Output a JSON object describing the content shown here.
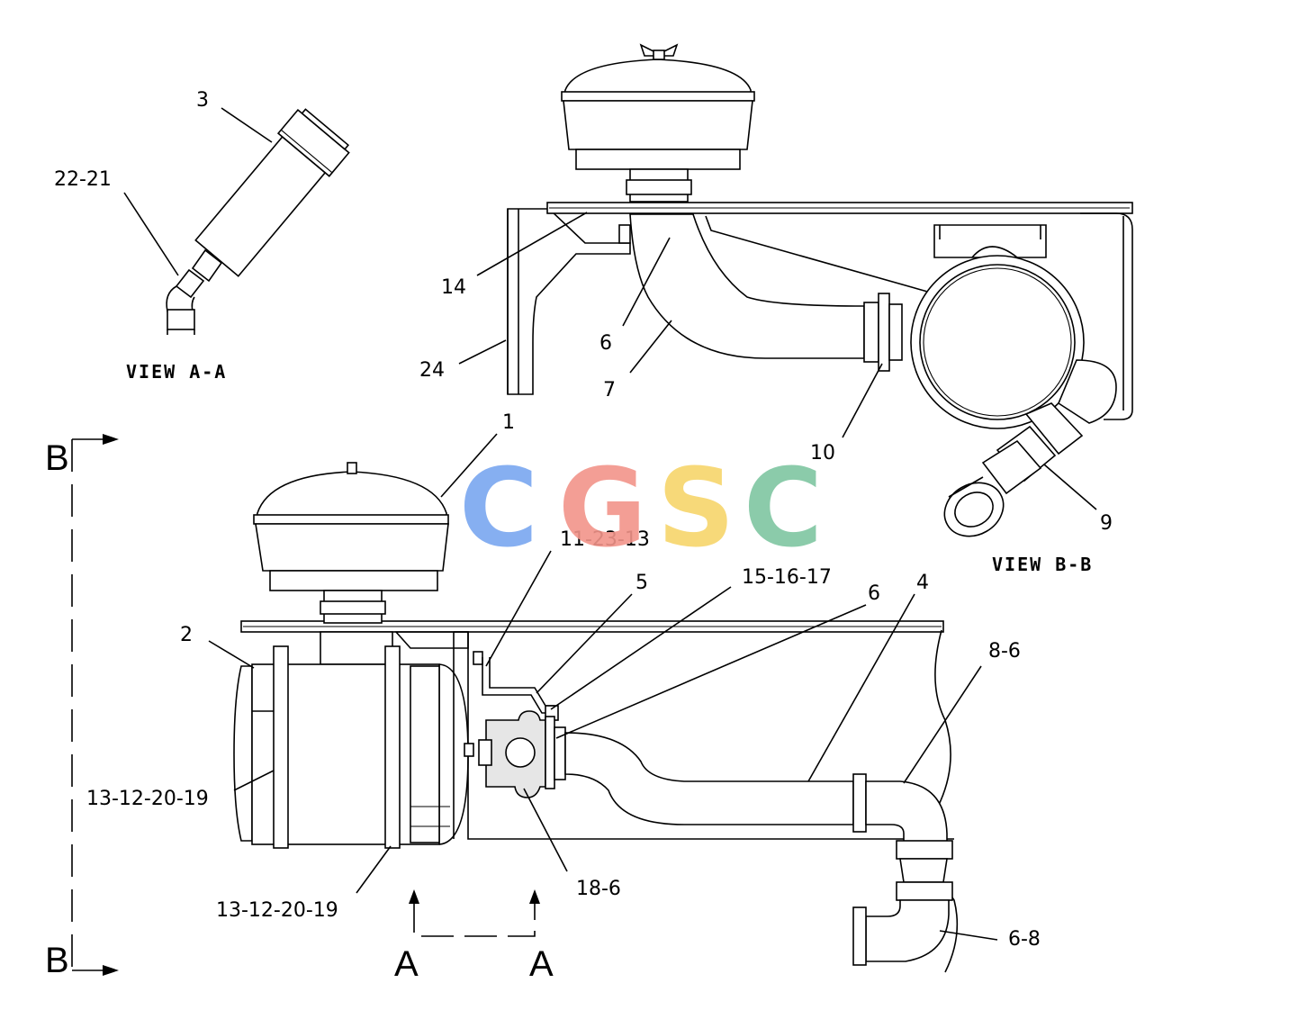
{
  "callouts": {
    "c3": "3",
    "c22_21": "22-21",
    "c14": "14",
    "c6_top": "6",
    "c7": "7",
    "c24": "24",
    "c10": "10",
    "c9": "9",
    "c1": "1",
    "c11_23_13": "11-23-13",
    "c5": "5",
    "c15_16_17": "15-16-17",
    "c6_mid": "6",
    "c4": "4",
    "c8_6": "8-6",
    "c2": "2",
    "c13_12_20_19_a": "13-12-20-19",
    "c13_12_20_19_b": "13-12-20-19",
    "c18_6": "18-6",
    "c6_8": "6-8"
  },
  "views": {
    "view_aa": "VIEW A-A",
    "view_bb": "VIEW B-B"
  },
  "section_marks": {
    "b_top": "B",
    "b_bottom": "B",
    "a_left": "A",
    "a_right": "A"
  },
  "watermark": {
    "letters": [
      "C",
      "G",
      "S",
      "C"
    ],
    "colors": [
      "#7aa7f0",
      "#f2948a",
      "#f7d56b",
      "#7fc6a1"
    ]
  }
}
